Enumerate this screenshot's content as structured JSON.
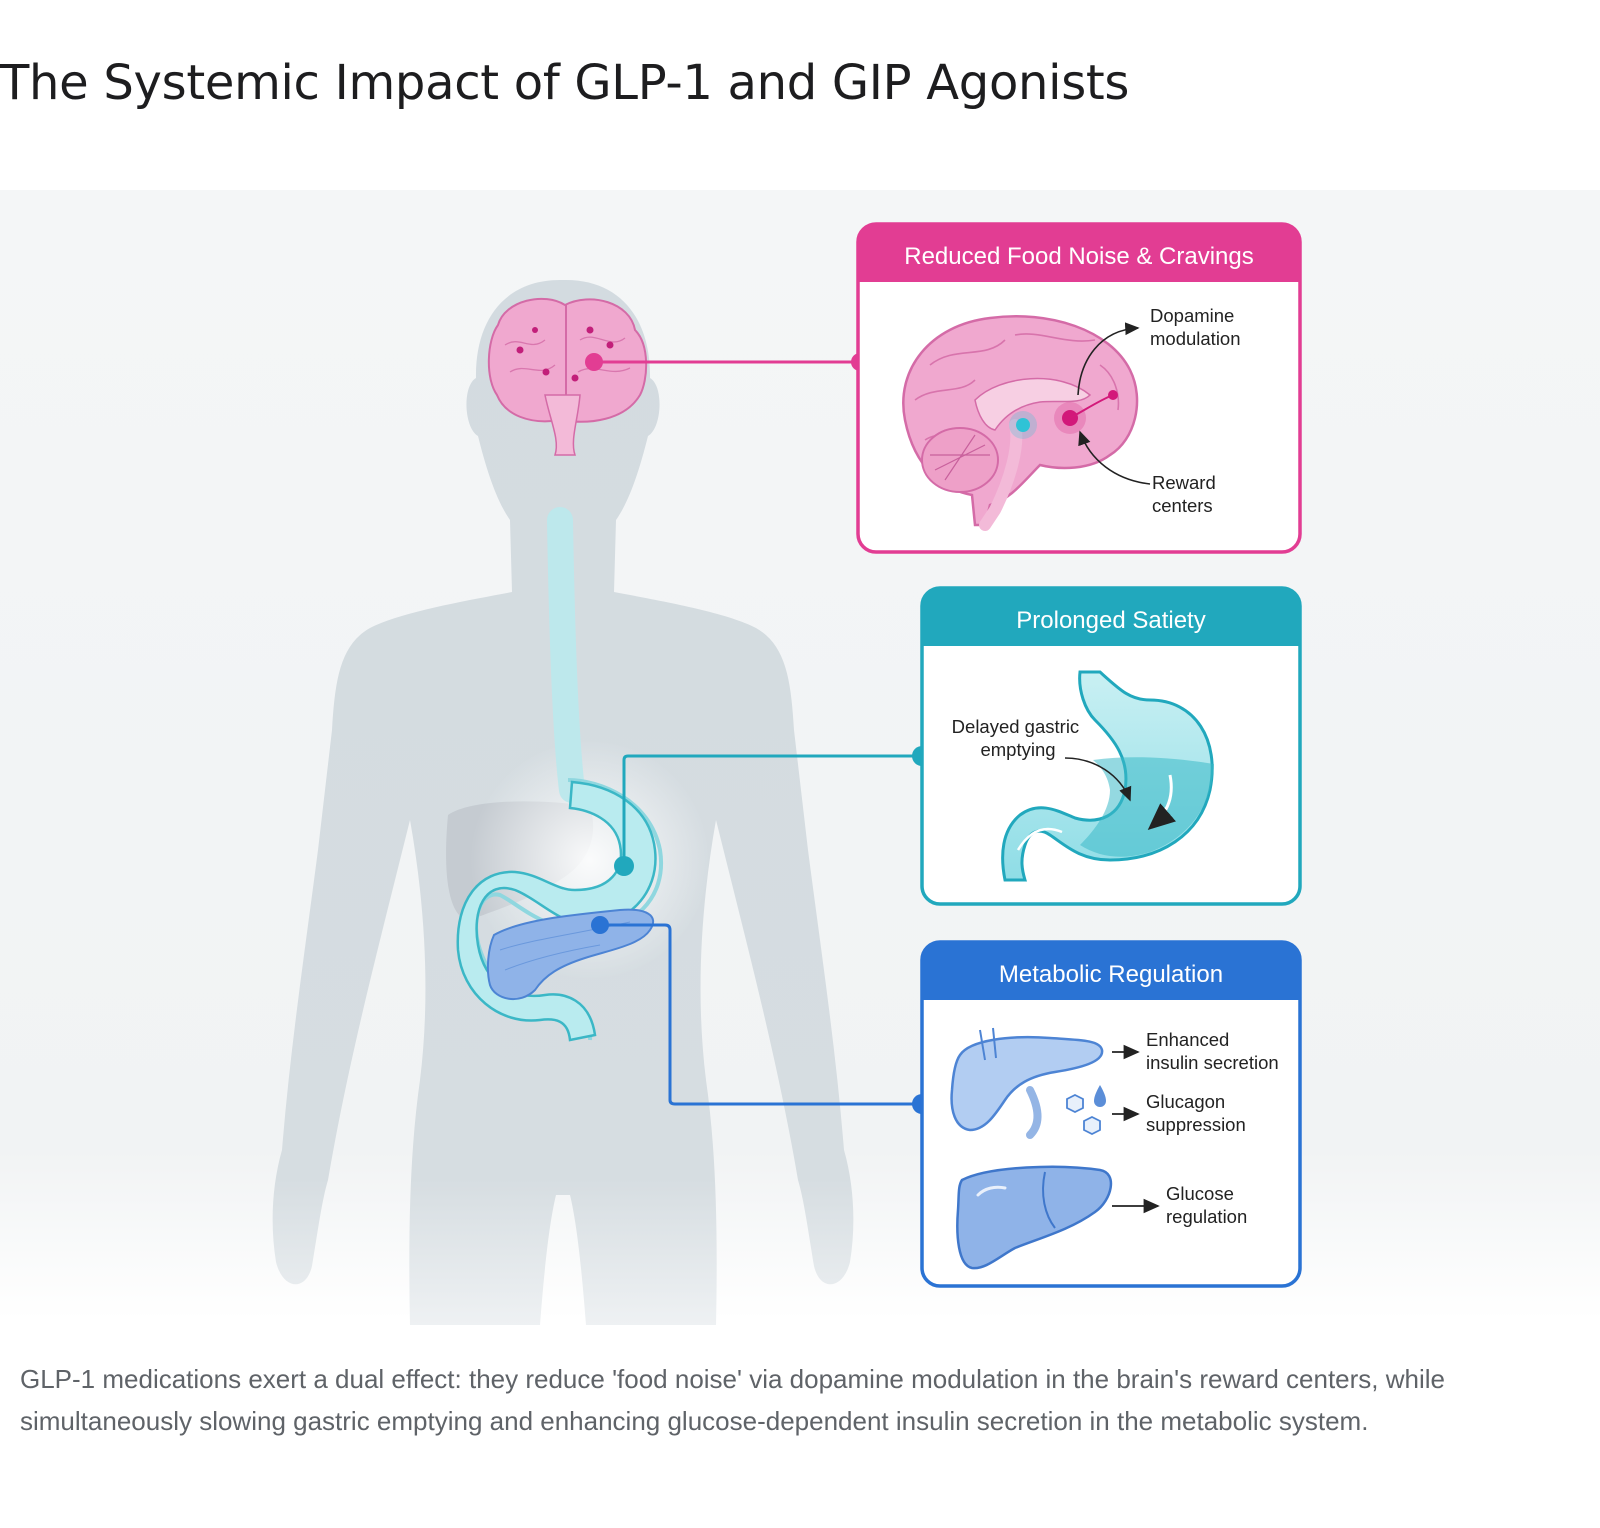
{
  "title": "The Systemic Impact of GLP-1 and GIP Agonists",
  "panels": {
    "brain": {
      "header": "Reduced Food Noise & Cravings",
      "label_dopamine": [
        "Dopamine",
        "modulation"
      ],
      "label_reward": [
        "Reward",
        "centers"
      ]
    },
    "stomach": {
      "header": "Prolonged Satiety",
      "label_gastric": [
        "Delayed gastric",
        "emptying"
      ]
    },
    "metabolic": {
      "header": "Metabolic Regulation",
      "label_insulin": [
        "Enhanced",
        "insulin secretion"
      ],
      "label_glucagon": [
        "Glucagon",
        "suppression"
      ],
      "label_glucose": [
        "Glucose",
        "regulation"
      ]
    }
  },
  "colors": {
    "brain": "#e23d93",
    "stomach": "#21a8bd",
    "metabolic": "#2a73d4",
    "body": "#d3dbe0"
  },
  "caption": "GLP-1 medications exert a dual effect: they reduce 'food noise' via dopamine modulation in the brain's reward centers, while simultaneously slowing gastric emptying and enhancing glucose-dependent insulin secretion in the metabolic system."
}
